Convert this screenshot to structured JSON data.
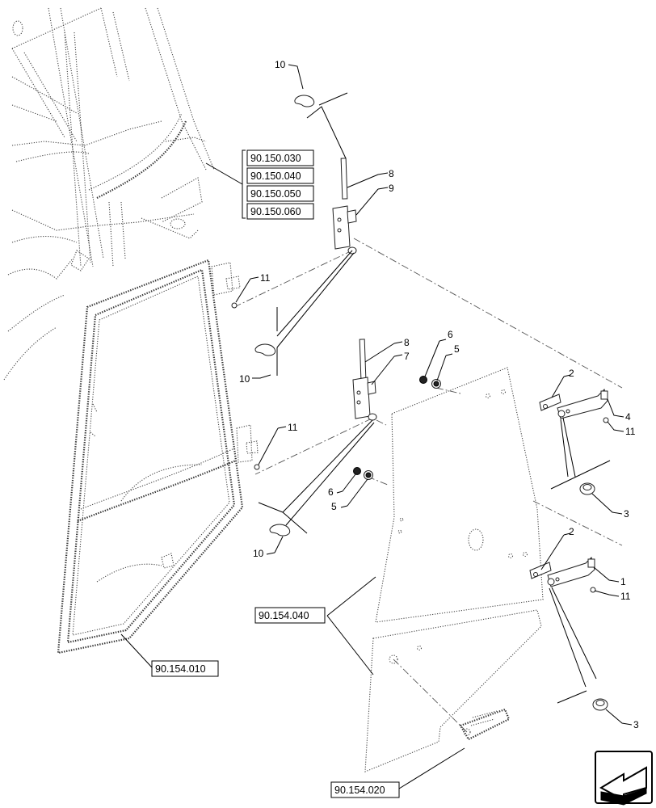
{
  "reference_groups": {
    "cab_structure": [
      "90.150.030",
      "90.150.040",
      "90.150.050",
      "90.150.060"
    ],
    "door_frame": "90.154.010",
    "door_glass": "90.154.040",
    "door_handle": "90.154.020"
  },
  "callouts": {
    "pin_clip_top": "10",
    "pin_top": "8",
    "hinge_upper_door": "9",
    "washer_upper_left": "11",
    "pin_clip_mid": "10",
    "pin_mid": "8",
    "hinge_lower_door": "7",
    "washer_upper_gasket_6": "6",
    "washer_upper_gasket_5": "5",
    "washer_lower_left": "11",
    "washer_lower_gasket_6": "6",
    "washer_lower_gasket_5": "5",
    "pin_clip_bottom": "10",
    "plate_upper": "2",
    "hinge_upper_glass": "4",
    "washer_upper_right": "11",
    "bolt_upper": "3",
    "plate_lower": "2",
    "hinge_lower_glass": "1",
    "washer_lower_right": "11",
    "bolt_lower": "3"
  },
  "icons": {
    "nav_arrow": "arrow-icon"
  }
}
